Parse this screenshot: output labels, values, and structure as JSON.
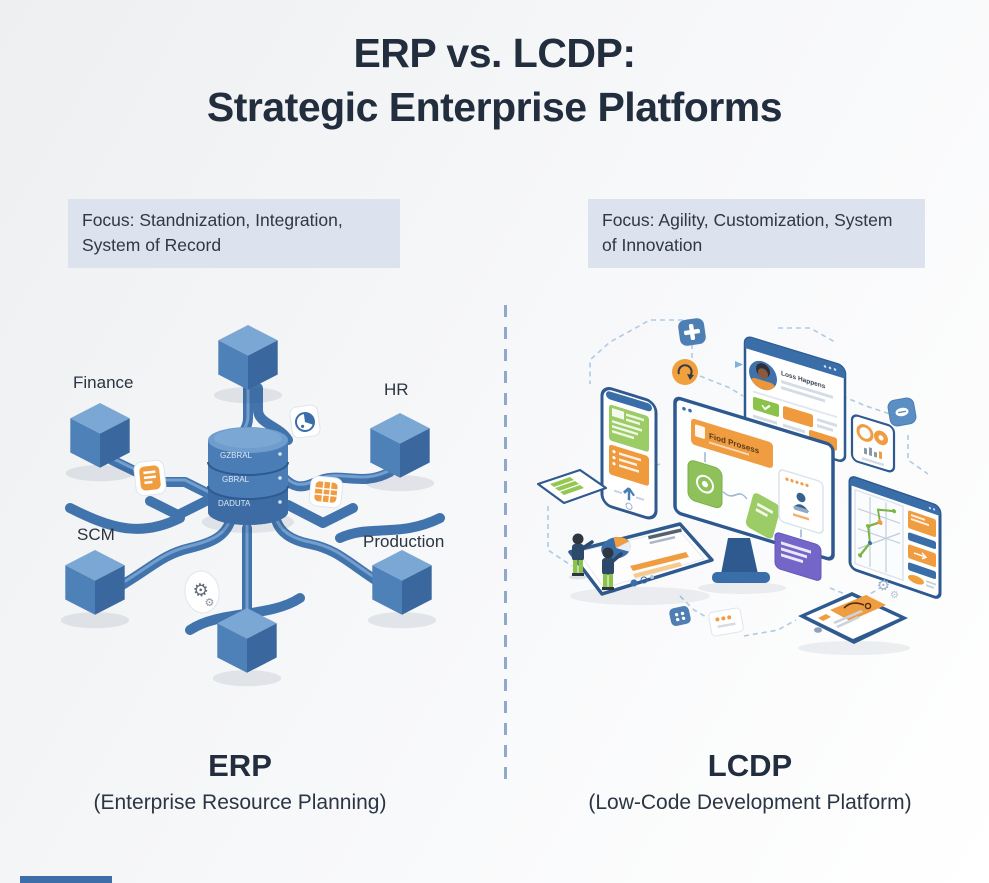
{
  "title": {
    "line1": "ERP vs. LCDP:",
    "line2": "Strategic Enterprise Platforms"
  },
  "left_panel": {
    "focus_text": "Focus: Standnization, Integration, System of Record",
    "modules": {
      "finance": "Finance",
      "hr": "HR",
      "scm": "SCM",
      "production": "Production"
    },
    "database_tiers": [
      "GZBRAL",
      "GBRAL",
      "DADUTA"
    ],
    "acronym": "ERP",
    "full_name": "(Enterprise Resource Planning)"
  },
  "right_panel": {
    "focus_text": "Focus: Agility, Customization, System of Innovation",
    "acronym": "LCDP",
    "full_name": "(Low-Code Development Platform)",
    "browser_title": "Loss Happens",
    "monitor_banner": "Fiod Prosess"
  },
  "colors": {
    "title_text": "#222d3e",
    "focus_box_bg": "#dce3ee",
    "primary_blue": "#3a6ea8",
    "cube_blue": "#4a7db5",
    "pipe_blue": "#4174ad",
    "accent_orange": "#f09d42",
    "accent_green": "#8fc15a",
    "accent_purple": "#7465c8",
    "dashed_connector": "#aecbe6",
    "divider": "#8fa8cc",
    "background": "#f1f3f5"
  }
}
